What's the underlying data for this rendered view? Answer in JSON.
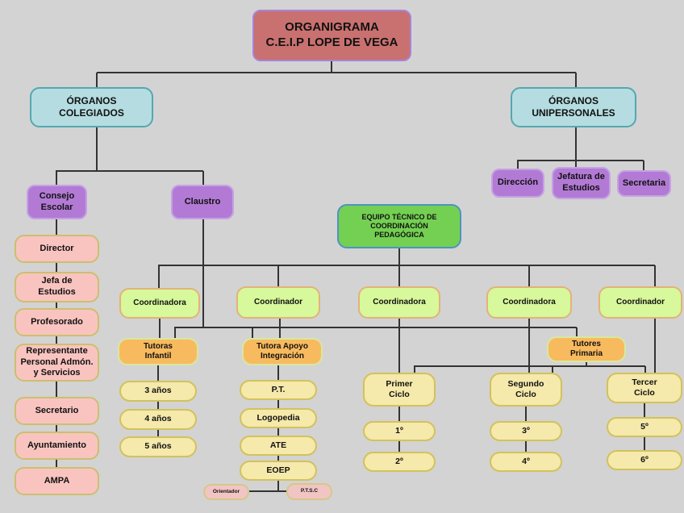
{
  "diagram": {
    "title": "ORGANIGRAMA\nC.E.I.P LOPE DE VEGA",
    "colors": {
      "background": "#d3d3d3",
      "connector": "#333333",
      "title_fill": "#c97170",
      "title_border": "#a883d8",
      "blue_fill": "#b5dde1",
      "purple_fill": "#b27ad5",
      "pink_fill": "#f9c4c0",
      "green_fill": "#74d052",
      "light_green_fill": "#d7f89b",
      "orange_fill": "#f8ba5e",
      "yellow_fill": "#f5e9ab",
      "small_pink_fill": "#f1c5c4"
    },
    "nodes": {
      "title": "ORGANIGRAMA\nC.E.I.P LOPE DE VEGA",
      "organos_colegiados": "ÓRGANOS\nCOLEGIADOS",
      "organos_unipersonales": "ÓRGANOS\nUNIPERSONALES",
      "direccion": "Dirección",
      "jefatura_estudios": "Jefatura de\nEstudios",
      "secretaria": "Secretaria",
      "consejo_escolar": "Consejo\nEscolar",
      "claustro": "Claustro",
      "director": "Director",
      "jefa_estudios": "Jefa de\nEstudios",
      "profesorado": "Profesorado",
      "representante": "Representante\nPersonal Admón.\ny Servicios",
      "secretario": "Secretario",
      "ayuntamiento": "Ayuntamiento",
      "ampa": "AMPA",
      "etcp": "EQUIPO TÉCNICO DE\nCOORDINACIÓN\nPEDAGÓGICA",
      "coordinadora_1": "Coordinadora",
      "coordinador_2": "Coordinador",
      "coordinadora_3": "Coordinadora",
      "coordinadora_4": "Coordinadora",
      "coordinador_5": "Coordinador",
      "tutoras_infantil": "Tutoras\nInfantil",
      "tutora_apoyo": "Tutora Apoyo\nIntegración",
      "tutores_primaria": "Tutores\nPrimaria",
      "anos_3": "3 años",
      "anos_4": "4 años",
      "anos_5": "5 años",
      "pt": "P.T.",
      "logopedia": "Logopedia",
      "ate": "ATE",
      "eoep": "EOEP",
      "orientador": "Orientador",
      "ptsc": "P.T.S.C",
      "primer_ciclo": "Primer\nCiclo",
      "curso_1": "1º",
      "curso_2": "2º",
      "segundo_ciclo": "Segundo\nCiclo",
      "curso_3": "3º",
      "curso_4": "4º",
      "tercer_ciclo": "Tercer\nCiclo",
      "curso_5": "5º",
      "curso_6": "6º"
    }
  }
}
